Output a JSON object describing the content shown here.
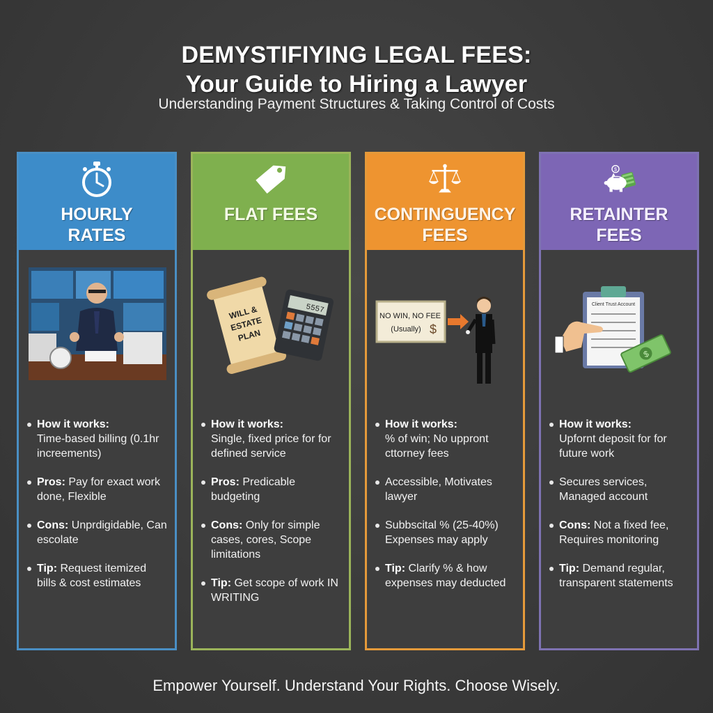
{
  "header": {
    "title_line1": "DEMYSTIFIYING LEGAL FEES:",
    "title_line2": "Your Guide to Hiring a Lawyer",
    "subtitle": "Understanding Payment Structures & Taking Control of Costs"
  },
  "colors": {
    "hourly": "#3d8cc9",
    "flat": "#7fb04e",
    "contingency": "#ee9430",
    "retainer": "#7d66b5",
    "background": "#3d3d3d"
  },
  "cards": [
    {
      "id": "hourly",
      "icon": "stopwatch-icon",
      "title_line1": "HOURLY",
      "title_line2": "RATES",
      "illustration": "lawyer-at-desk-with-monitors",
      "items": [
        {
          "label": "How it works:",
          "text": "Time-based billing (0.1hr increements)"
        },
        {
          "label": "Pros:",
          "text": "Pay for exact work done, Flexible"
        },
        {
          "label": "Cons:",
          "text": "Unprdigidable, Can escolate"
        },
        {
          "label": "Tip:",
          "text": "Request itemized bills & cost estimates"
        }
      ]
    },
    {
      "id": "flat",
      "icon": "price-tag-icon",
      "title_line1": "FLAT FEES",
      "title_line2": "",
      "illustration": "will-scroll-and-calculator",
      "scroll_text": "WILL & ESTATE PLAN",
      "calculator_display": "5557",
      "items": [
        {
          "label": "How it works:",
          "text": "Single, fixed price for for defined service"
        },
        {
          "label": "Pros:",
          "text": "Predicable budgeting"
        },
        {
          "label": "Cons:",
          "text": "Only for simple cases, cores, Scope limitations"
        },
        {
          "label": "Tip:",
          "text": "Get scope of work IN WRITING"
        }
      ]
    },
    {
      "id": "contingency",
      "icon": "scales-icon",
      "title_line1": "CONTINGUENCY",
      "title_line2": "FEES",
      "illustration": "no-win-no-fee-sign-and-lawyer",
      "sign_line1": "NO WIN, NO FEE",
      "sign_line2": "(Usually)",
      "sign_symbol": "$",
      "items": [
        {
          "label": "How it works:",
          "text": "% of win; No uppront cttorney fees"
        },
        {
          "label": "",
          "text": "Accessible, Motivates lawyer"
        },
        {
          "label": "",
          "text": "Subbscital % (25-40%) Expenses may apply"
        },
        {
          "label": "Tip:",
          "text": "Clarify % & how expenses may deducted"
        }
      ]
    },
    {
      "id": "retainer",
      "icon": "piggy-bank-icon",
      "title_line1": "RETAINTER",
      "title_line2": "FEES",
      "illustration": "clipboard-hand-and-cash",
      "clipboard_title": "Client Trust Account",
      "items": [
        {
          "label": "How it works:",
          "text": "Upfornt deposit for for future work"
        },
        {
          "label": "",
          "text": "Secures services, Managed account"
        },
        {
          "label": "Cons:",
          "text": "Not a fixed fee, Requires monitoring"
        },
        {
          "label": "Tip:",
          "text": "Demand regular, transparent statements"
        }
      ]
    }
  ],
  "footer": {
    "tagline": "Empower Yourself. Understand Your Rights. Choose Wisely."
  }
}
